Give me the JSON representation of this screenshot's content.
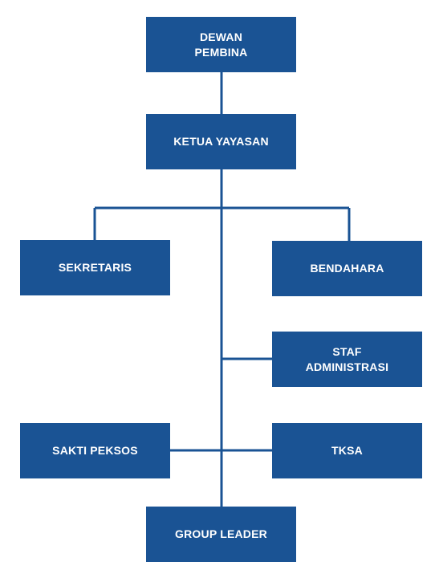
{
  "nodes": {
    "dewan_pembina": "DEWAN\nPEMBINA",
    "ketua_yayasan": "KETUA YAYASAN",
    "sekretaris": "SEKRETARIS",
    "bendahara": "BENDAHARA",
    "staf_administrasi": "STAF\nADMINISTRASI",
    "sakti_peksos": "SAKTI PEKSOS",
    "tksa": "TKSA",
    "group_leader": "GROUP LEADER"
  },
  "colors": {
    "box_fill": "#1a5394",
    "line": "#1a5394",
    "text": "#ffffff"
  }
}
